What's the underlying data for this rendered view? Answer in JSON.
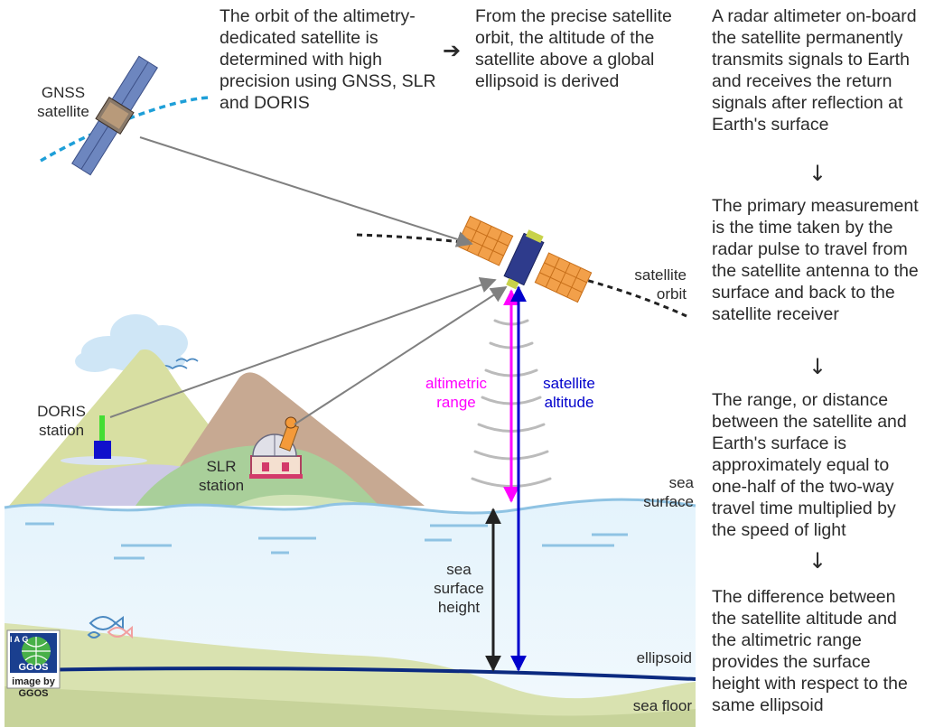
{
  "top_texts": {
    "orbit_determination": "The orbit of the altimetry-dedicated satellite is determined with high precision using GNSS, SLR and DORIS",
    "altitude_derived": "From the precise satellite orbit, the altitude of the satellite above a global ellipsoid is derived"
  },
  "steps": [
    "A radar altimeter on-board the satellite permanently transmits signals to Earth and receives the return signals after reflection at Earth's surface",
    "The primary measurement is the time taken by the radar pulse to travel from the satellite antenna to the surface and back to the satellite receiver",
    "The range, or distance between the satellite and Earth's surface is approximately equal to one-half of the two-way travel time multiplied by the speed of light",
    "The difference between the satellite altitude and the altimetric range provides the surface height with respect to the same ellipsoid"
  ],
  "arrows": {
    "right": "➔",
    "down": "↓"
  },
  "labels": {
    "gnss_line1": "GNSS",
    "gnss_line2": "satellite",
    "orbit_line1": "satellite",
    "orbit_line2": "orbit",
    "doris_line1": "DORIS",
    "doris_line2": "station",
    "slr_line1": "SLR",
    "slr_line2": "station",
    "range_line1": "altimetric",
    "range_line2": "range",
    "altitude_line1": "satellite",
    "altitude_line2": "altitude",
    "sea_surface_line1": "sea",
    "sea_surface_line2": "surface",
    "ssh_line1": "sea",
    "ssh_line2": "surface",
    "ssh_line3": "height",
    "ellipsoid": "ellipsoid",
    "sea_floor": "sea floor"
  },
  "logo": {
    "letters": "I A G",
    "name": "GGOS",
    "credit_line1": "image by",
    "credit_line2": "GGOS"
  },
  "colors": {
    "altimetric_range": "#ff00ff",
    "satellite_altitude": "#0000cc",
    "orbit_gnss": "#1e9fd8",
    "sea": "#d8edf8",
    "ellipsoid_line": "#0b2a80"
  }
}
